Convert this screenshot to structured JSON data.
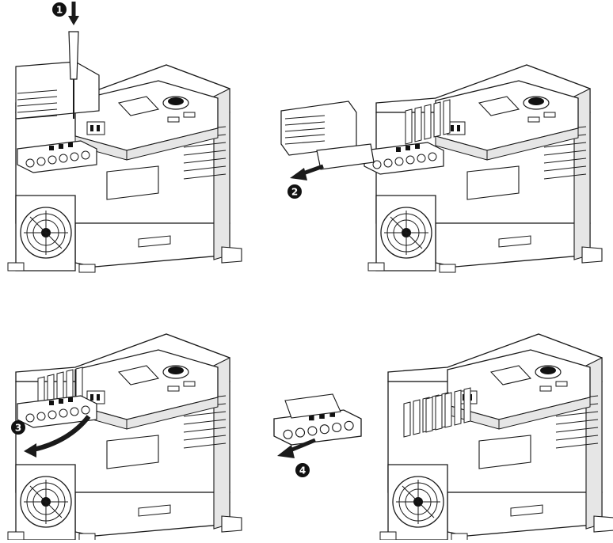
{
  "steps": [
    {
      "number": "1",
      "arrow": "down-arrow",
      "action": "press-tab-with-screwdriver"
    },
    {
      "number": "2",
      "arrow": "left-arrow",
      "action": "slide-out-cover"
    },
    {
      "number": "3",
      "arrow": "curved-arrow",
      "action": "pivot-terminal-block"
    },
    {
      "number": "4",
      "arrow": "left-arrow",
      "action": "pull-out-terminal-block"
    }
  ],
  "colors": {
    "line": "#1a1a1a",
    "fill": "#ffffff",
    "shade": "#e6e6e6",
    "dark": "#111111",
    "badge_bg": "#111111",
    "badge_text": "#ffffff"
  }
}
